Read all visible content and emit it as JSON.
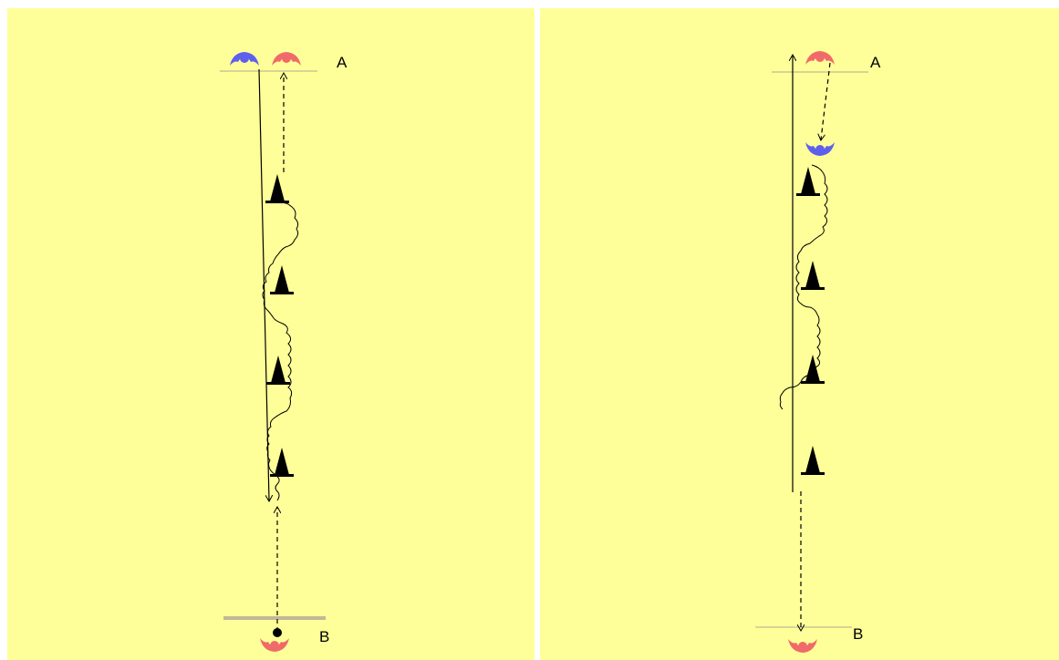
{
  "left_panel": {
    "label_a": "A",
    "label_b": "B"
  },
  "right_panel": {
    "label_a": "A",
    "label_b": "B"
  },
  "colors": {
    "field": "#ffff99",
    "player_red": "#f06a6a",
    "player_blue": "#5f5fee",
    "cone": "#000000",
    "start_line_b_left": "#c0b898",
    "lines": "#000000"
  },
  "icons": {
    "player": "player-icon",
    "cone": "cone-icon",
    "ball": "ball-icon"
  }
}
